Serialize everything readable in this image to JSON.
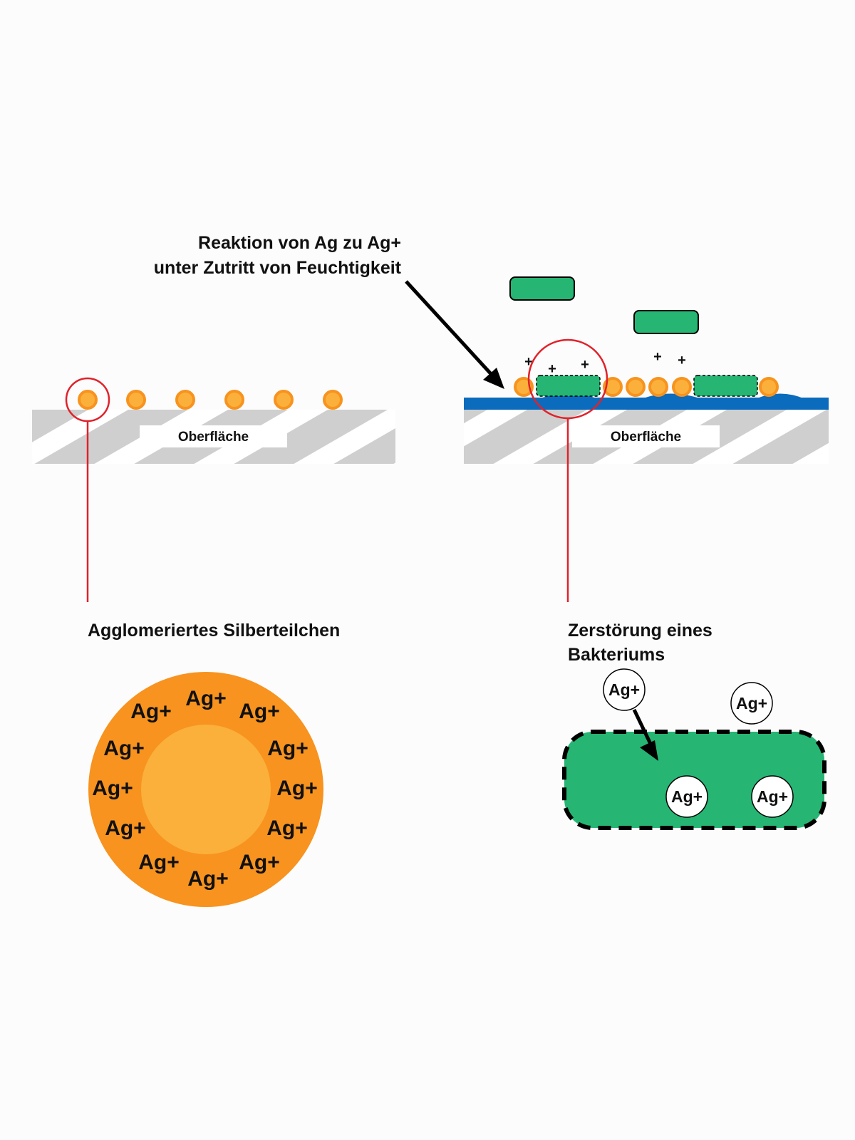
{
  "annotation": {
    "line1": "Reaktion von Ag zu Ag+",
    "line2": "unter Zutritt von Feuchtigkeit"
  },
  "left_panel": {
    "surface_label": "Oberfläche",
    "detail_title": "Agglomeriertes Silberteilchen",
    "ion_label": "Ag+"
  },
  "right_panel": {
    "surface_label": "Oberfläche",
    "charge_symbol": "+",
    "detail_title_line1": "Zerstörung eines",
    "detail_title_line2": "Bakteriums",
    "ion_label": "Ag+"
  },
  "colors": {
    "silver_particle": "#f7931e",
    "silver_core": "#fbb03b",
    "bacterium": "#26b573",
    "moisture": "#0b6bbd",
    "surface_hatch": "#cfcfcf",
    "highlight_circle": "#e0222b"
  }
}
